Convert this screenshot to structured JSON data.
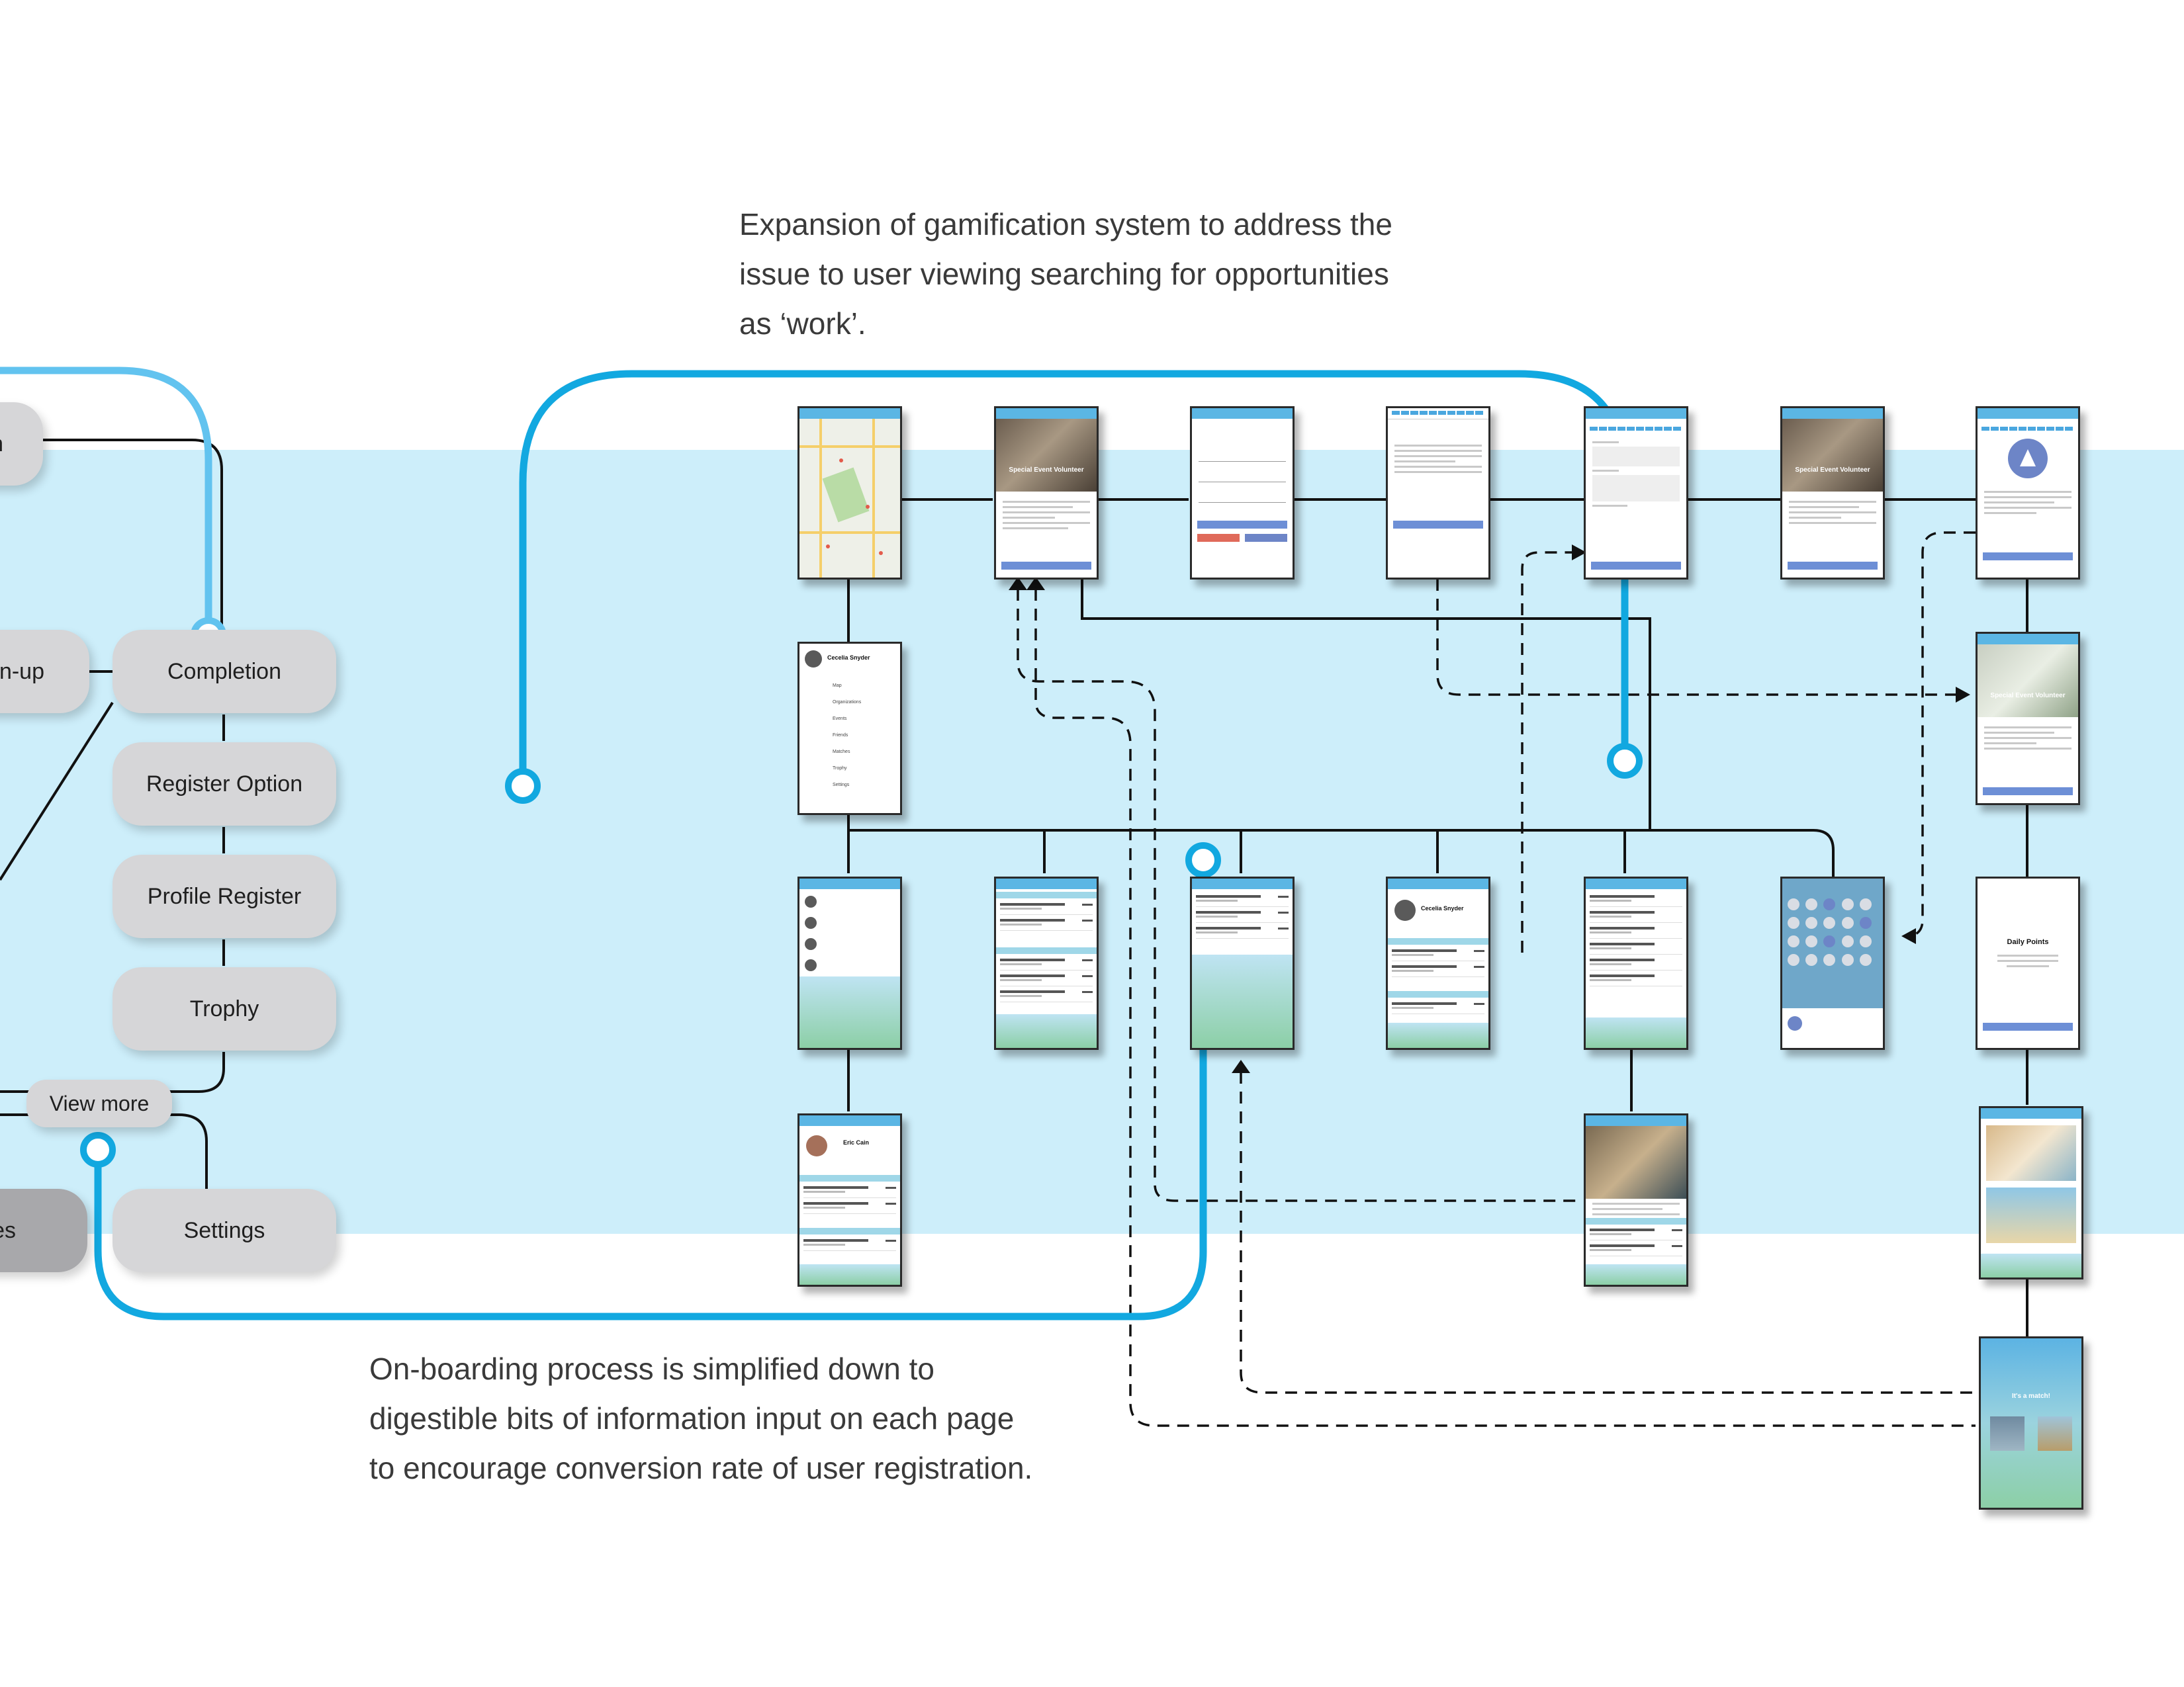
{
  "flow_nodes": {
    "top_partial": "n",
    "signup_partial": "n-up",
    "completion": "Completion",
    "register_option": "Register Option",
    "profile_register": "Profile Register",
    "trophy": "Trophy",
    "view_more": "View more",
    "left_dark_partial": "es",
    "settings": "Settings"
  },
  "annotations": {
    "gamification": [
      "Expansion of gamification system to address the",
      "issue to user viewing searching for opportunities",
      "as ‘work’."
    ],
    "onboarding": [
      "On-boarding process is simplified down to",
      "digestible bits of information input on each page",
      "to encourage conversion rate of user registration."
    ]
  },
  "screens": {
    "event_title": "Special Event Volunteer",
    "menu_user": "Cecelia Snyder",
    "menu_items": [
      "Map",
      "Organizations",
      "Events",
      "Friends",
      "Matches",
      "Trophy",
      "Settings"
    ],
    "profile_user": "Cecelia Snyder",
    "friend_profile": "Eric Cain",
    "daily_points": "Daily Points",
    "match": "It's a match!"
  },
  "colors": {
    "band": "#cdeefa",
    "blue_line": "#12a8e0",
    "light_blue_line": "#62c3ef",
    "node_gray": "#d6d6d8"
  }
}
